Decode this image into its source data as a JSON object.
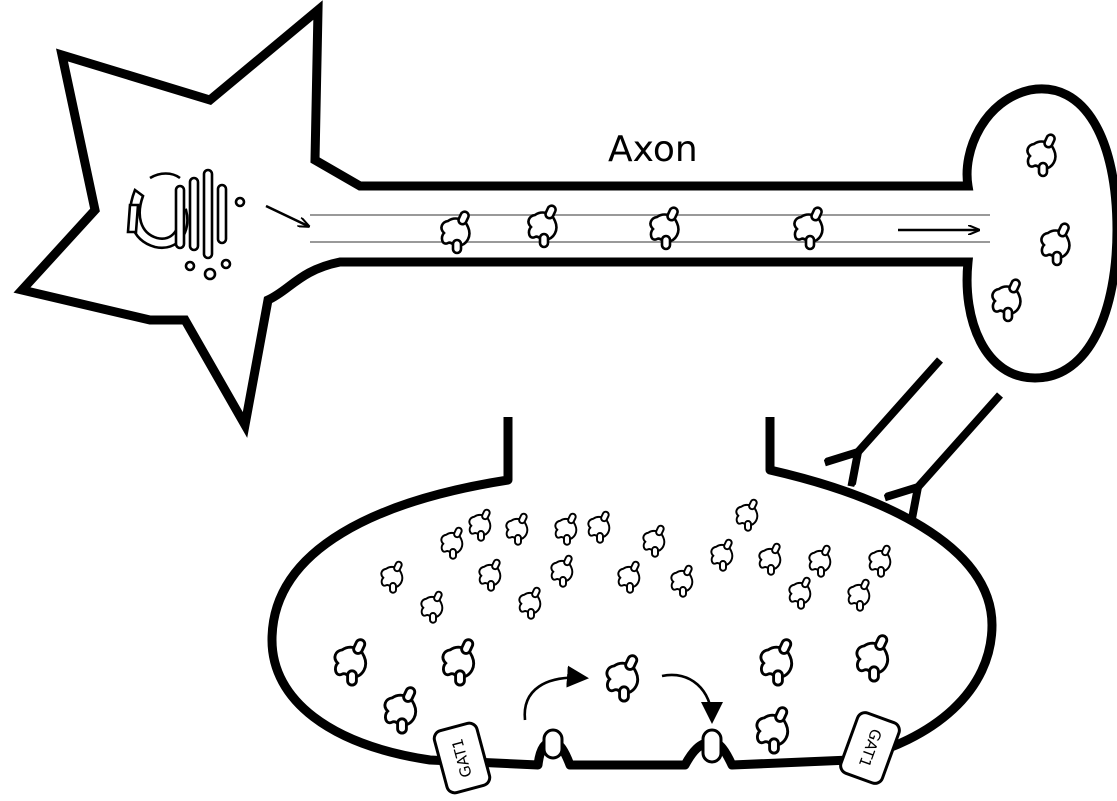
{
  "labels": {
    "axon": "Axon",
    "transporter_left": "GAT1",
    "transporter_right": "GAT1"
  },
  "colors": {
    "stroke": "#000000",
    "fill": "#ffffff",
    "track": "#999999"
  }
}
